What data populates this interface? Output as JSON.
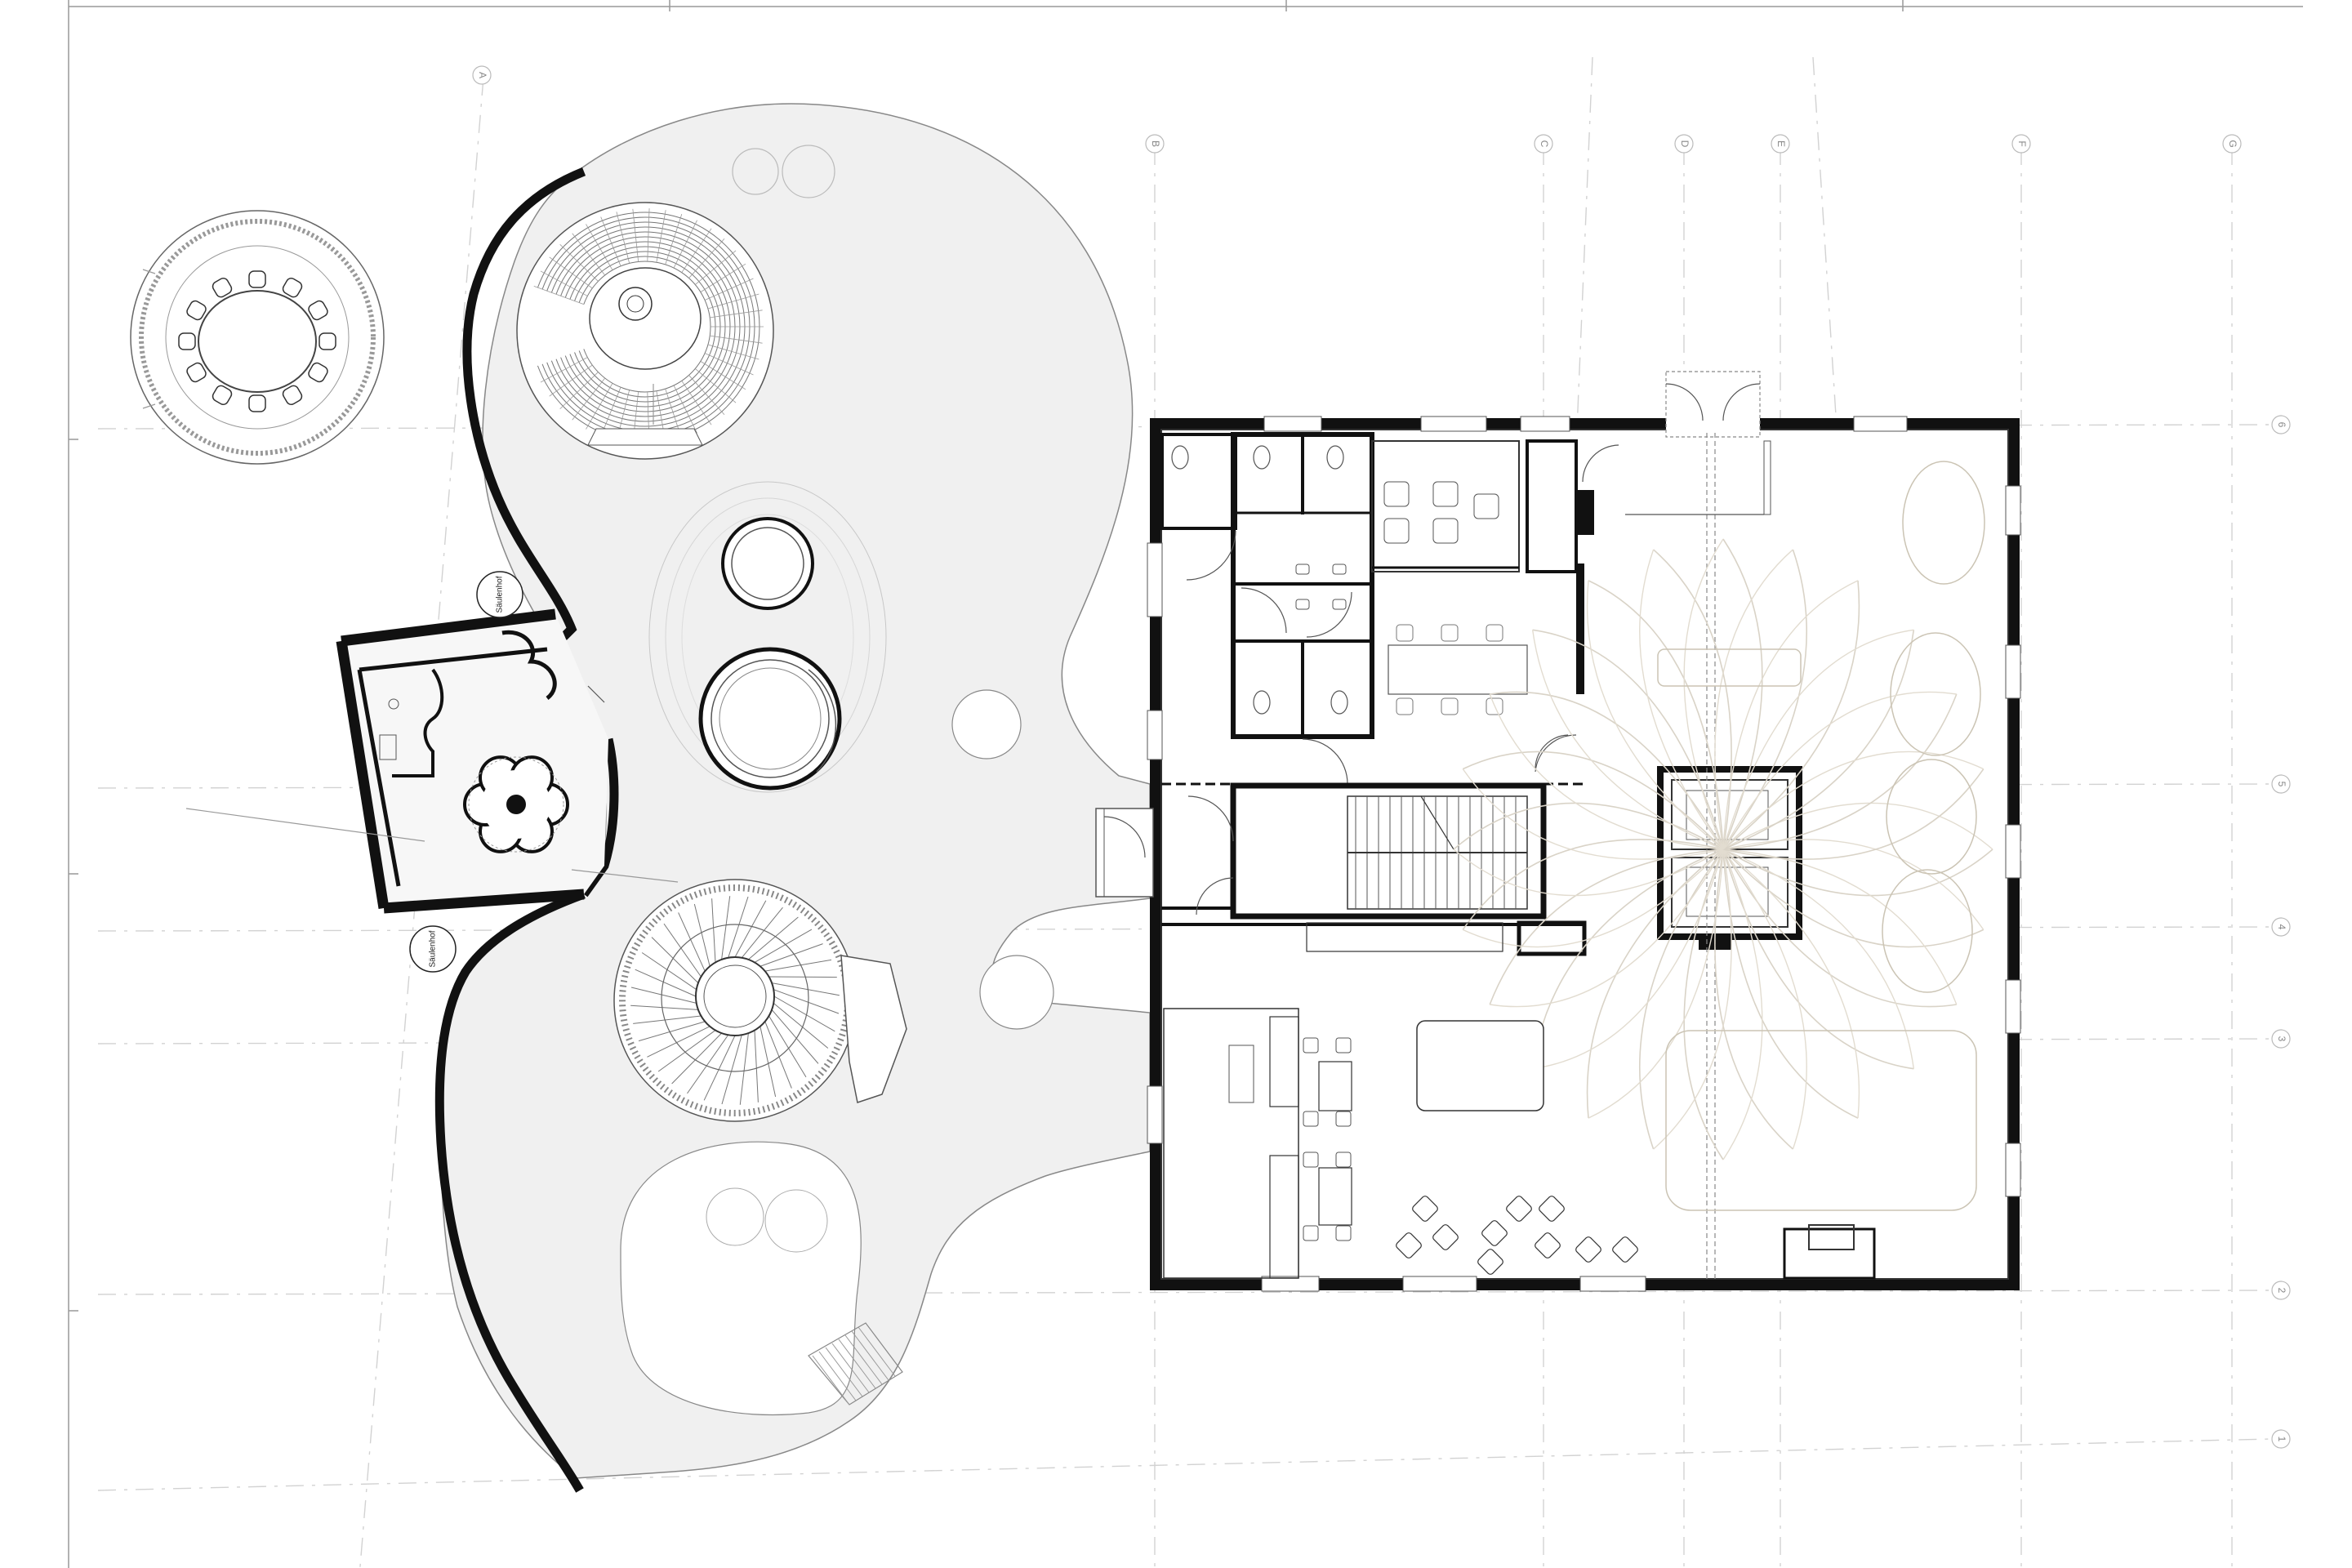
{
  "drawing": {
    "type": "architectural floor plan",
    "grid_axes_vertical": [
      "A",
      "B",
      "C",
      "D",
      "E",
      "F",
      "G"
    ],
    "grid_axes_horizontal": [
      "6",
      "5",
      "4",
      "3",
      "2",
      "1"
    ],
    "space_labels": [
      "Säulenhof",
      "Säulenhof"
    ]
  },
  "colors": {
    "background": "#ffffff",
    "wall": "#111111",
    "courtyard_fill": "#f0f0f0",
    "gridline": "#d2d2d2",
    "beige_lines": "#d9d3c7"
  }
}
